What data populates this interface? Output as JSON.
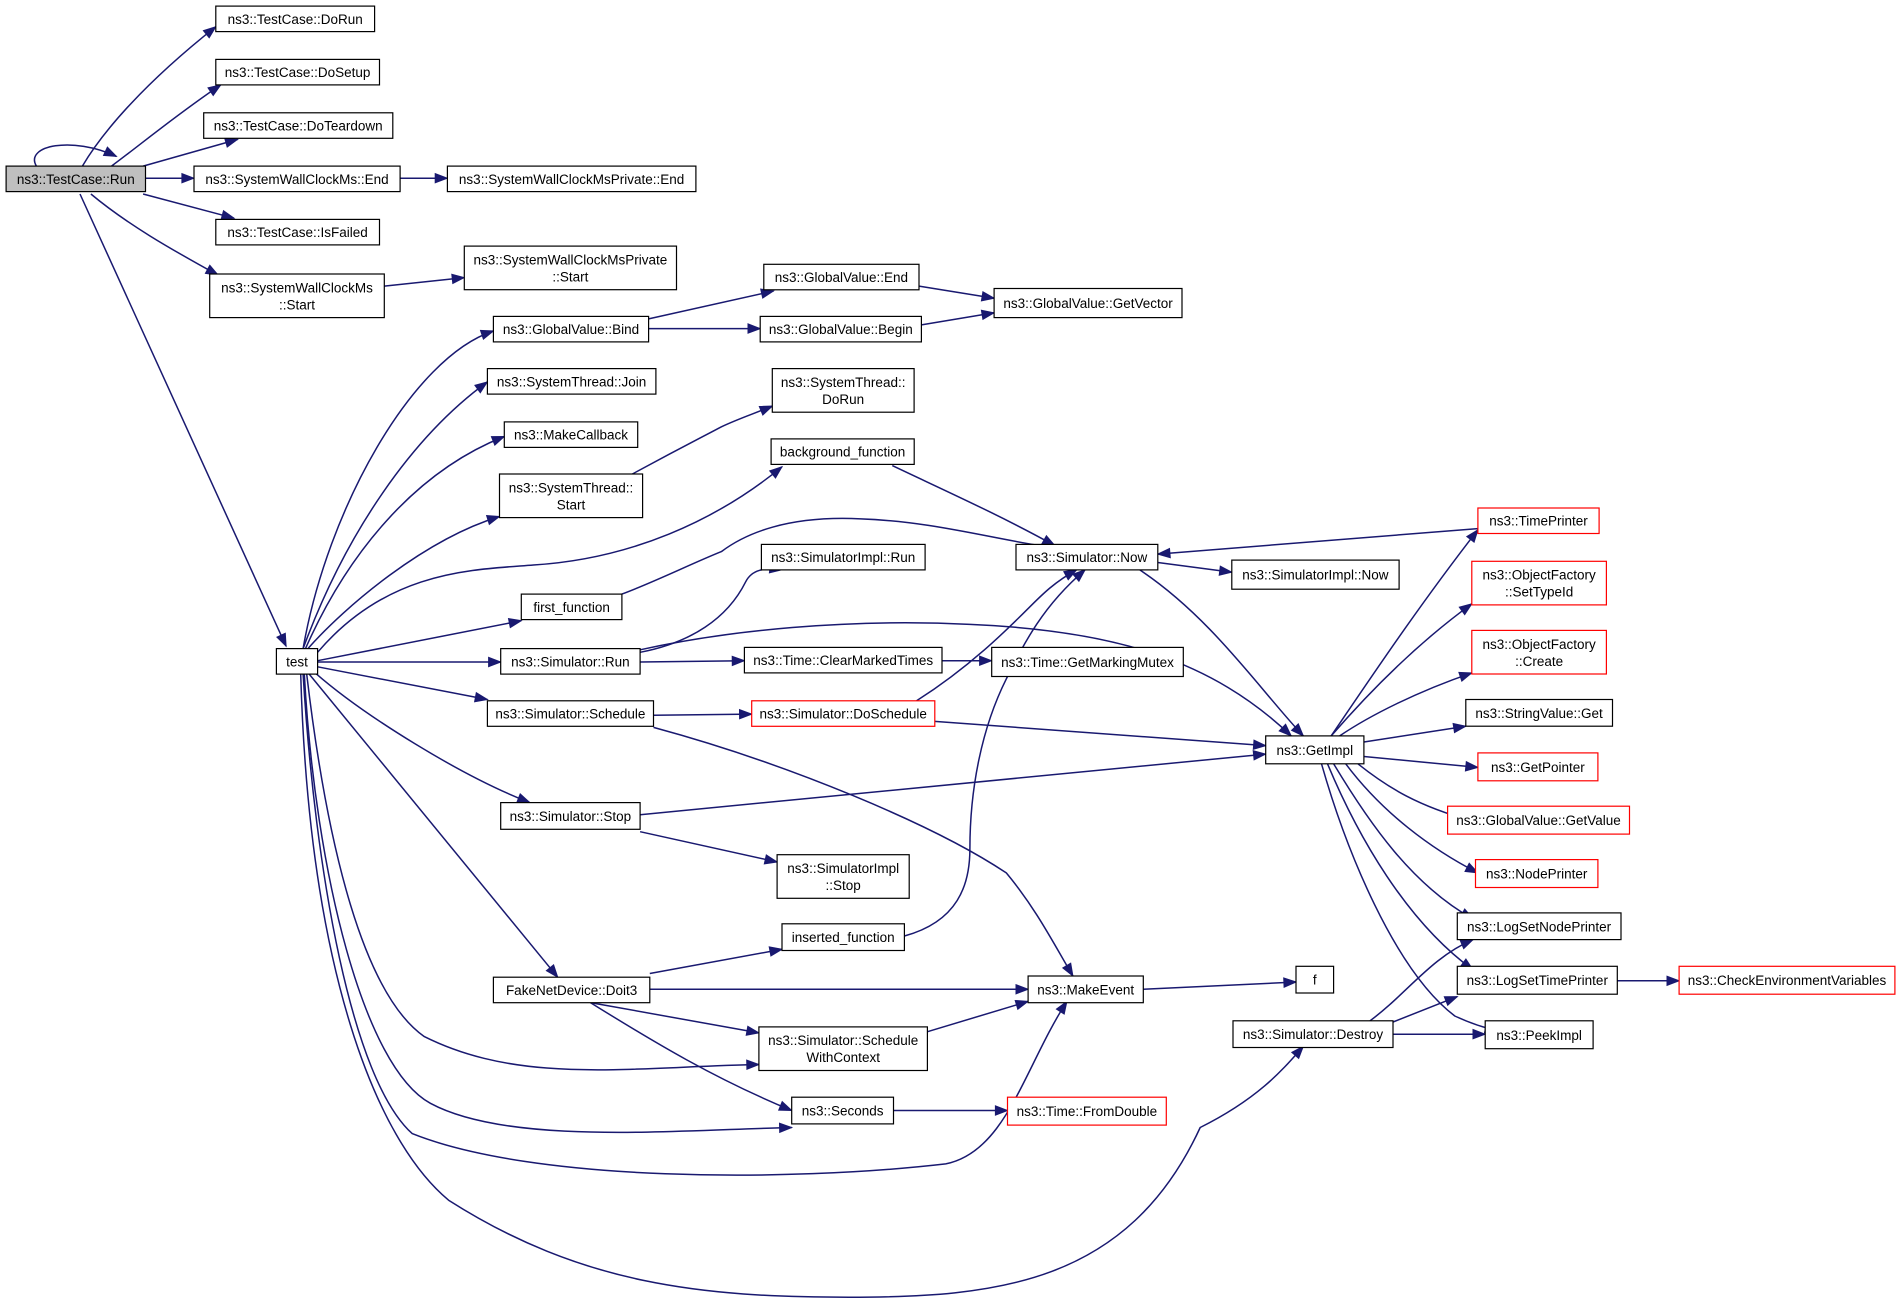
{
  "colors": {
    "edge": "#191970",
    "node_border": "#000000",
    "truncated_border": "#ff0000",
    "selected_fill": "#bfbfbf"
  },
  "nodes": {
    "run": {
      "lines": [
        "ns3::TestCase::Run"
      ],
      "selected": true
    },
    "dorun": {
      "lines": [
        "ns3::TestCase::DoRun"
      ]
    },
    "dosetup": {
      "lines": [
        "ns3::TestCase::DoSetup"
      ]
    },
    "doteardown": {
      "lines": [
        "ns3::TestCase::DoTeardown"
      ]
    },
    "swcend": {
      "lines": [
        "ns3::SystemWallClockMs::End"
      ]
    },
    "swcpend": {
      "lines": [
        "ns3::SystemWallClockMsPrivate::End"
      ]
    },
    "isfailed": {
      "lines": [
        "ns3::TestCase::IsFailed"
      ]
    },
    "swcstart": {
      "lines": [
        "ns3::SystemWallClockMs",
        "::Start"
      ]
    },
    "swcpstart": {
      "lines": [
        "ns3::SystemWallClockMsPrivate",
        "::Start"
      ]
    },
    "gvend": {
      "lines": [
        "ns3::GlobalValue::End"
      ]
    },
    "gvgetvector": {
      "lines": [
        "ns3::GlobalValue::GetVector"
      ]
    },
    "gvbind": {
      "lines": [
        "ns3::GlobalValue::Bind"
      ]
    },
    "gvbegin": {
      "lines": [
        "ns3::GlobalValue::Begin"
      ]
    },
    "stjoin": {
      "lines": [
        "ns3::SystemThread::Join"
      ]
    },
    "stdorun": {
      "lines": [
        "ns3::SystemThread::",
        "DoRun"
      ]
    },
    "makecallback": {
      "lines": [
        "ns3::MakeCallback"
      ]
    },
    "background": {
      "lines": [
        "background_function"
      ]
    },
    "ststart": {
      "lines": [
        "ns3::SystemThread::",
        "Start"
      ]
    },
    "timeprinter": {
      "lines": [
        "ns3::TimePrinter"
      ],
      "red": true
    },
    "simnow": {
      "lines": [
        "ns3::Simulator::Now"
      ]
    },
    "simimplnow": {
      "lines": [
        "ns3::SimulatorImpl::Now"
      ]
    },
    "simimplrun": {
      "lines": [
        "ns3::SimulatorImpl::Run"
      ]
    },
    "ofsettypeid": {
      "lines": [
        "ns3::ObjectFactory",
        "::SetTypeId"
      ],
      "red": true
    },
    "first": {
      "lines": [
        "first_function"
      ]
    },
    "ofcreate": {
      "lines": [
        "ns3::ObjectFactory",
        "::Create"
      ],
      "red": true
    },
    "test": {
      "lines": [
        "test"
      ]
    },
    "simrun": {
      "lines": [
        "ns3::Simulator::Run"
      ]
    },
    "clearmarked": {
      "lines": [
        "ns3::Time::ClearMarkedTimes"
      ]
    },
    "getmarkingmutex": {
      "lines": [
        "ns3::Time::GetMarkingMutex"
      ]
    },
    "svget": {
      "lines": [
        "ns3::StringValue::Get"
      ]
    },
    "simschedule": {
      "lines": [
        "ns3::Simulator::Schedule"
      ]
    },
    "doschedule": {
      "lines": [
        "ns3::Simulator::DoSchedule"
      ],
      "red": true
    },
    "getimpl": {
      "lines": [
        "ns3::GetImpl"
      ]
    },
    "getpointer": {
      "lines": [
        "ns3::GetPointer"
      ],
      "red": true
    },
    "simstop": {
      "lines": [
        "ns3::Simulator::Stop"
      ]
    },
    "gvgetvalue": {
      "lines": [
        "ns3::GlobalValue::GetValue"
      ],
      "red": true
    },
    "simimplstop": {
      "lines": [
        "ns3::SimulatorImpl",
        "::Stop"
      ]
    },
    "nodeprinter": {
      "lines": [
        "ns3::NodePrinter"
      ],
      "red": true
    },
    "logsetnode": {
      "lines": [
        "ns3::LogSetNodePrinter"
      ]
    },
    "inserted": {
      "lines": [
        "inserted_function"
      ]
    },
    "f": {
      "lines": [
        "f"
      ]
    },
    "doit3": {
      "lines": [
        "FakeNetDevice::Doit3"
      ]
    },
    "makeevent": {
      "lines": [
        "ns3::MakeEvent"
      ]
    },
    "logsettime": {
      "lines": [
        "ns3::LogSetTimePrinter"
      ]
    },
    "checkenv": {
      "lines": [
        "ns3::CheckEnvironmentVariables"
      ],
      "red": true
    },
    "schedctx": {
      "lines": [
        "ns3::Simulator::Schedule",
        "WithContext"
      ]
    },
    "simdestroy": {
      "lines": [
        "ns3::Simulator::Destroy"
      ]
    },
    "peekimpl": {
      "lines": [
        "ns3::PeekImpl"
      ]
    },
    "seconds": {
      "lines": [
        "ns3::Seconds"
      ]
    },
    "fromdouble": {
      "lines": [
        "ns3::Time::FromDouble"
      ],
      "red": true
    }
  }
}
